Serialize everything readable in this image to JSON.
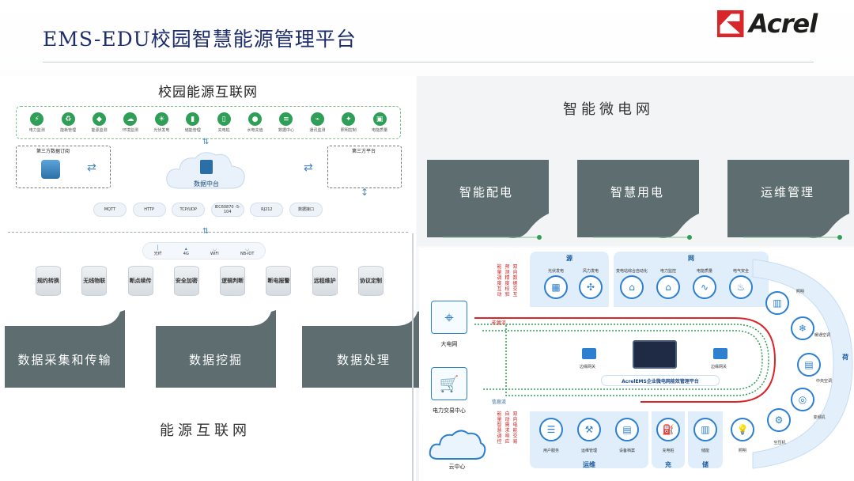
{
  "slide_title": "EMS-EDU校园智慧能源管理平台",
  "brand": {
    "logo_text": "Acrel",
    "accent": "#d9262a"
  },
  "left_diagram": {
    "title": "校园能源互联网",
    "apps": [
      {
        "label": "电力监测",
        "icon": "bolt-icon"
      },
      {
        "label": "能耗管理",
        "icon": "recycle-icon"
      },
      {
        "label": "能源监测",
        "icon": "shield-icon"
      },
      {
        "label": "环境监测",
        "icon": "cloud-icon"
      },
      {
        "label": "光伏发电",
        "icon": "solar-icon"
      },
      {
        "label": "储能管理",
        "icon": "battery-icon"
      },
      {
        "label": "充电桩",
        "icon": "charger-icon"
      },
      {
        "label": "水电充值",
        "icon": "drop-icon"
      },
      {
        "label": "数据中心",
        "icon": "database-icon"
      },
      {
        "label": "通讯监测",
        "icon": "signal-icon"
      },
      {
        "label": "照明控制",
        "icon": "bulb-icon"
      },
      {
        "label": "电能质量",
        "icon": "monitor-icon"
      }
    ],
    "third_party_data": "第三方数据订阅",
    "third_party_platform": "第三方平台",
    "data_center": "数据中台",
    "protocols": [
      "MQTT",
      "HTTP",
      "TCP/UDP",
      "IEC60870 -5-104",
      "RJ212",
      "数据接口"
    ],
    "connections": [
      {
        "label": "光纤",
        "icon": "fiber-icon"
      },
      {
        "label": "4G",
        "icon": "signal-icon"
      },
      {
        "label": "WIFI",
        "icon": "wifi-icon"
      },
      {
        "label": "NB-IOT",
        "icon": "wifi-icon"
      }
    ],
    "functions": [
      "规约转换",
      "无线物联",
      "断点续传",
      "安全加密",
      "逻辑判断",
      "断电报警",
      "远程维护",
      "协议定制"
    ],
    "flags": [
      "数据采集和传输",
      "数据挖掘",
      "数据处理"
    ],
    "section_label": "能源互联网"
  },
  "right_top": {
    "section_label": "智能微电网",
    "flags": [
      "智能配电",
      "智慧用电",
      "运维管理"
    ]
  },
  "right_bottom": {
    "categories": {
      "source": "源",
      "grid": "网",
      "load": "荷",
      "ops": "运维",
      "charge": "充",
      "storage": "储"
    },
    "source_items": [
      "光伏发电",
      "风力发电"
    ],
    "grid_items": [
      "变电站综合自动化",
      "电力监控",
      "电能质量",
      "电气安全"
    ],
    "load_items": [
      "照明",
      "暖通空调",
      "中央空调",
      "变频机",
      "空压机"
    ],
    "ops_items": [
      "用户服务",
      "运维管理",
      "设备档案"
    ],
    "charge_items": [
      "充电桩"
    ],
    "storage_items": [
      "储能"
    ],
    "light_item": "照明",
    "left_red_text_1": "双向数据交互",
    "left_red_text_2": "预测精度校验",
    "left_red_text_3": "能量调度互动",
    "left_red_text_4": "双向电能交易",
    "left_red_text_5": "自动需求响应",
    "left_red_text_6": "能量智慧调控",
    "energy_flow": "能量流",
    "info_flow": "信息流",
    "gateway": "边缘网关",
    "platform": "AcrelEMS企业微电网能效管理平台",
    "grid_label": "大电网",
    "trading_label": "电力交易中心",
    "cloud_label": "云中心"
  }
}
